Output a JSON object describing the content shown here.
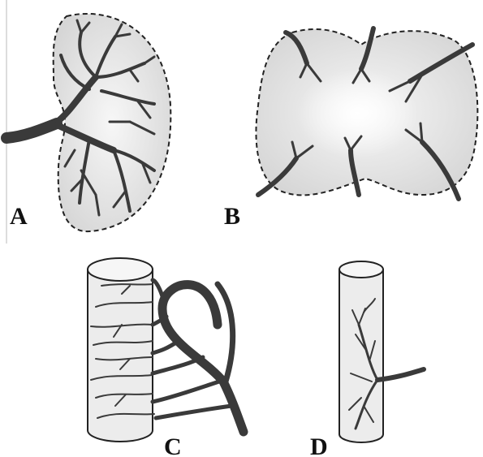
{
  "figure": {
    "panels": [
      {
        "id": "A",
        "label": "A"
      },
      {
        "id": "B",
        "label": "B"
      },
      {
        "id": "C",
        "label": "C"
      },
      {
        "id": "D",
        "label": "D"
      }
    ]
  }
}
